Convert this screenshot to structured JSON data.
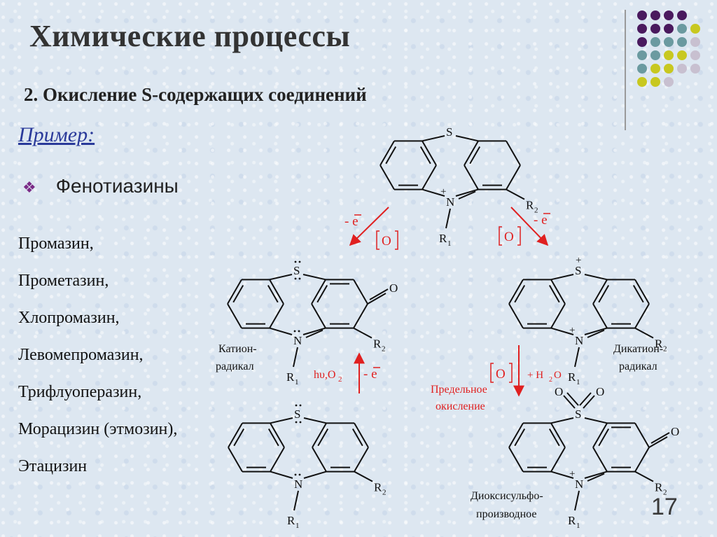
{
  "slide": {
    "title": "Химические процессы",
    "subtitle": "2. Окисление S-содержащих соединений",
    "example_label": "Пример:",
    "bullet_text": "Фенотиазины",
    "bullet_icon": "diamond-bullet-icon",
    "page_number": "17"
  },
  "drugs": [
    "Промазин,",
    "Прометазин,",
    "Хлопромазин,",
    "Левомепромазин,",
    "Трифлуоперазин,",
    "Морацизин (этмозин),",
    "Этацизин"
  ],
  "labels": {
    "cation_radical_1": "Катион-",
    "cation_radical_2": "радикал",
    "dication_radical_1": "Дикатион-",
    "dication_radical_2": "радикал",
    "dioxy_1": "Диоксисульфо-",
    "dioxy_2": "производное",
    "limit_ox_1": "Предельное",
    "limit_ox_2": "окисление"
  },
  "reagents": {
    "minus_e": "- e",
    "oxidant": "O",
    "light_o2": "hυ,O",
    "water": "+ H",
    "water_tail": "O"
  },
  "atoms": {
    "S": "S",
    "N": "N",
    "O": "O",
    "R1": "R",
    "R2": "R",
    "sub1": "1",
    "sub2": "2",
    "plus": "+"
  },
  "colors": {
    "red": "#e02020",
    "title": "#333333",
    "example": "#2a3a9a",
    "dot_purple": "#4a1a5e",
    "dot_teal": "#6b9aa0",
    "dot_yellow": "#c8c820",
    "dot_gray": "#c8c0d0"
  }
}
